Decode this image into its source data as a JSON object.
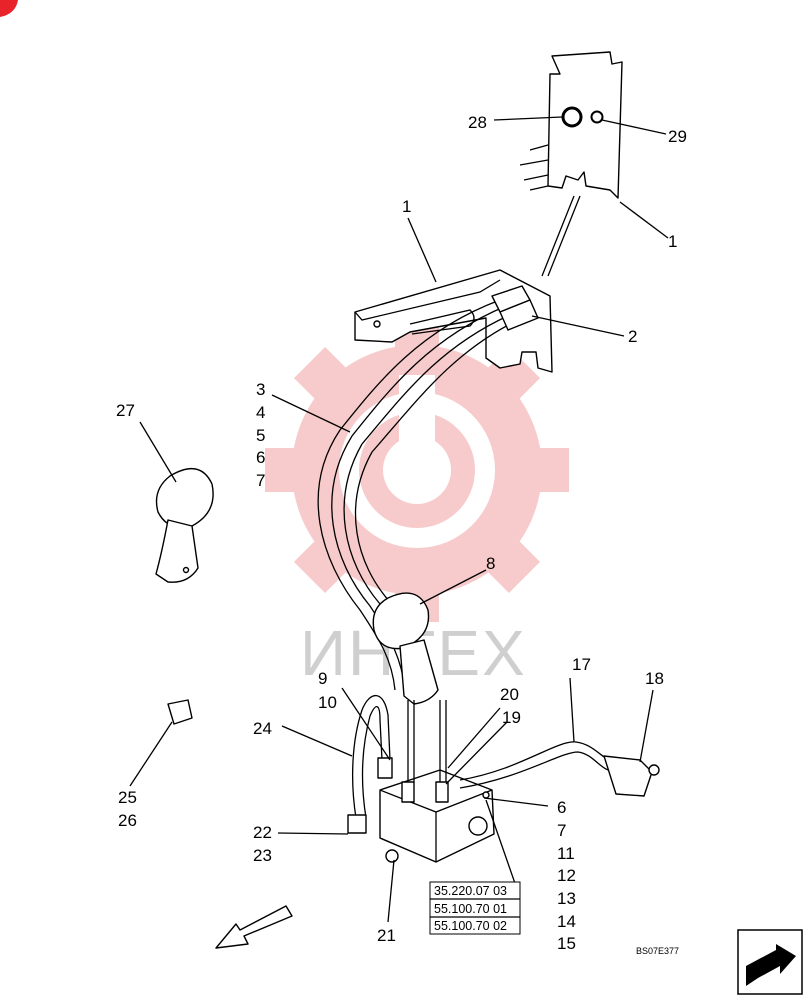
{
  "figure_code": "BS07E377",
  "watermark_text": "ИНТЕХ",
  "reference_boxes": [
    "35.220.07 03",
    "55.100.70 01",
    "55.100.70 02"
  ],
  "callouts": [
    {
      "id": "28",
      "text": "28"
    },
    {
      "id": "29",
      "text": "29"
    },
    {
      "id": "1a",
      "text": "1"
    },
    {
      "id": "1b",
      "text": "1"
    },
    {
      "id": "2",
      "text": "2"
    },
    {
      "id": "3",
      "text": "3"
    },
    {
      "id": "4",
      "text": "4"
    },
    {
      "id": "5",
      "text": "5"
    },
    {
      "id": "6a",
      "text": "6"
    },
    {
      "id": "7a",
      "text": "7"
    },
    {
      "id": "27",
      "text": "27"
    },
    {
      "id": "8",
      "text": "8"
    },
    {
      "id": "17",
      "text": "17"
    },
    {
      "id": "18",
      "text": "18"
    },
    {
      "id": "9",
      "text": "9"
    },
    {
      "id": "10",
      "text": "10"
    },
    {
      "id": "20",
      "text": "20"
    },
    {
      "id": "19",
      "text": "19"
    },
    {
      "id": "24",
      "text": "24"
    },
    {
      "id": "6b",
      "text": "6"
    },
    {
      "id": "7b",
      "text": "7"
    },
    {
      "id": "11",
      "text": "11"
    },
    {
      "id": "12",
      "text": "12"
    },
    {
      "id": "13",
      "text": "13"
    },
    {
      "id": "14",
      "text": "14"
    },
    {
      "id": "15",
      "text": "15"
    },
    {
      "id": "25",
      "text": "25"
    },
    {
      "id": "26",
      "text": "26"
    },
    {
      "id": "22",
      "text": "22"
    },
    {
      "id": "23",
      "text": "23"
    },
    {
      "id": "21",
      "text": "21"
    }
  ],
  "colors": {
    "line": "#000000",
    "watermark_gear": "#f7c6c6",
    "corner_mark": "#e8232a"
  }
}
